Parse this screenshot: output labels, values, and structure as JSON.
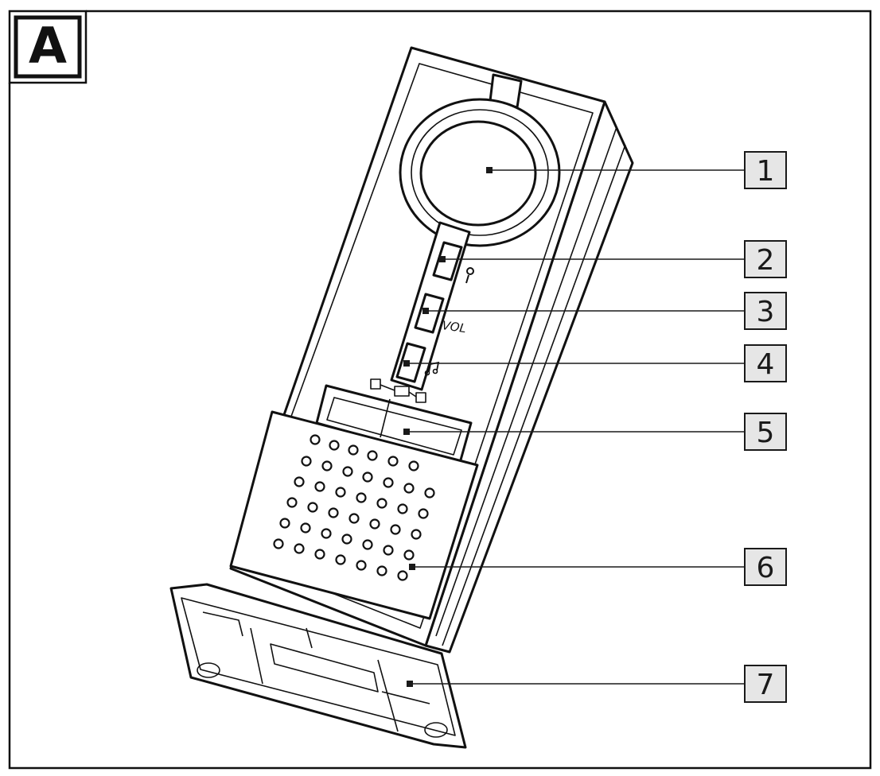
{
  "panel": {
    "letter": "A"
  },
  "device": {
    "labels": {
      "vol": "VOL"
    }
  },
  "callouts": [
    {
      "number": "1"
    },
    {
      "number": "2"
    },
    {
      "number": "3"
    },
    {
      "number": "4"
    },
    {
      "number": "5"
    },
    {
      "number": "6"
    },
    {
      "number": "7"
    }
  ]
}
